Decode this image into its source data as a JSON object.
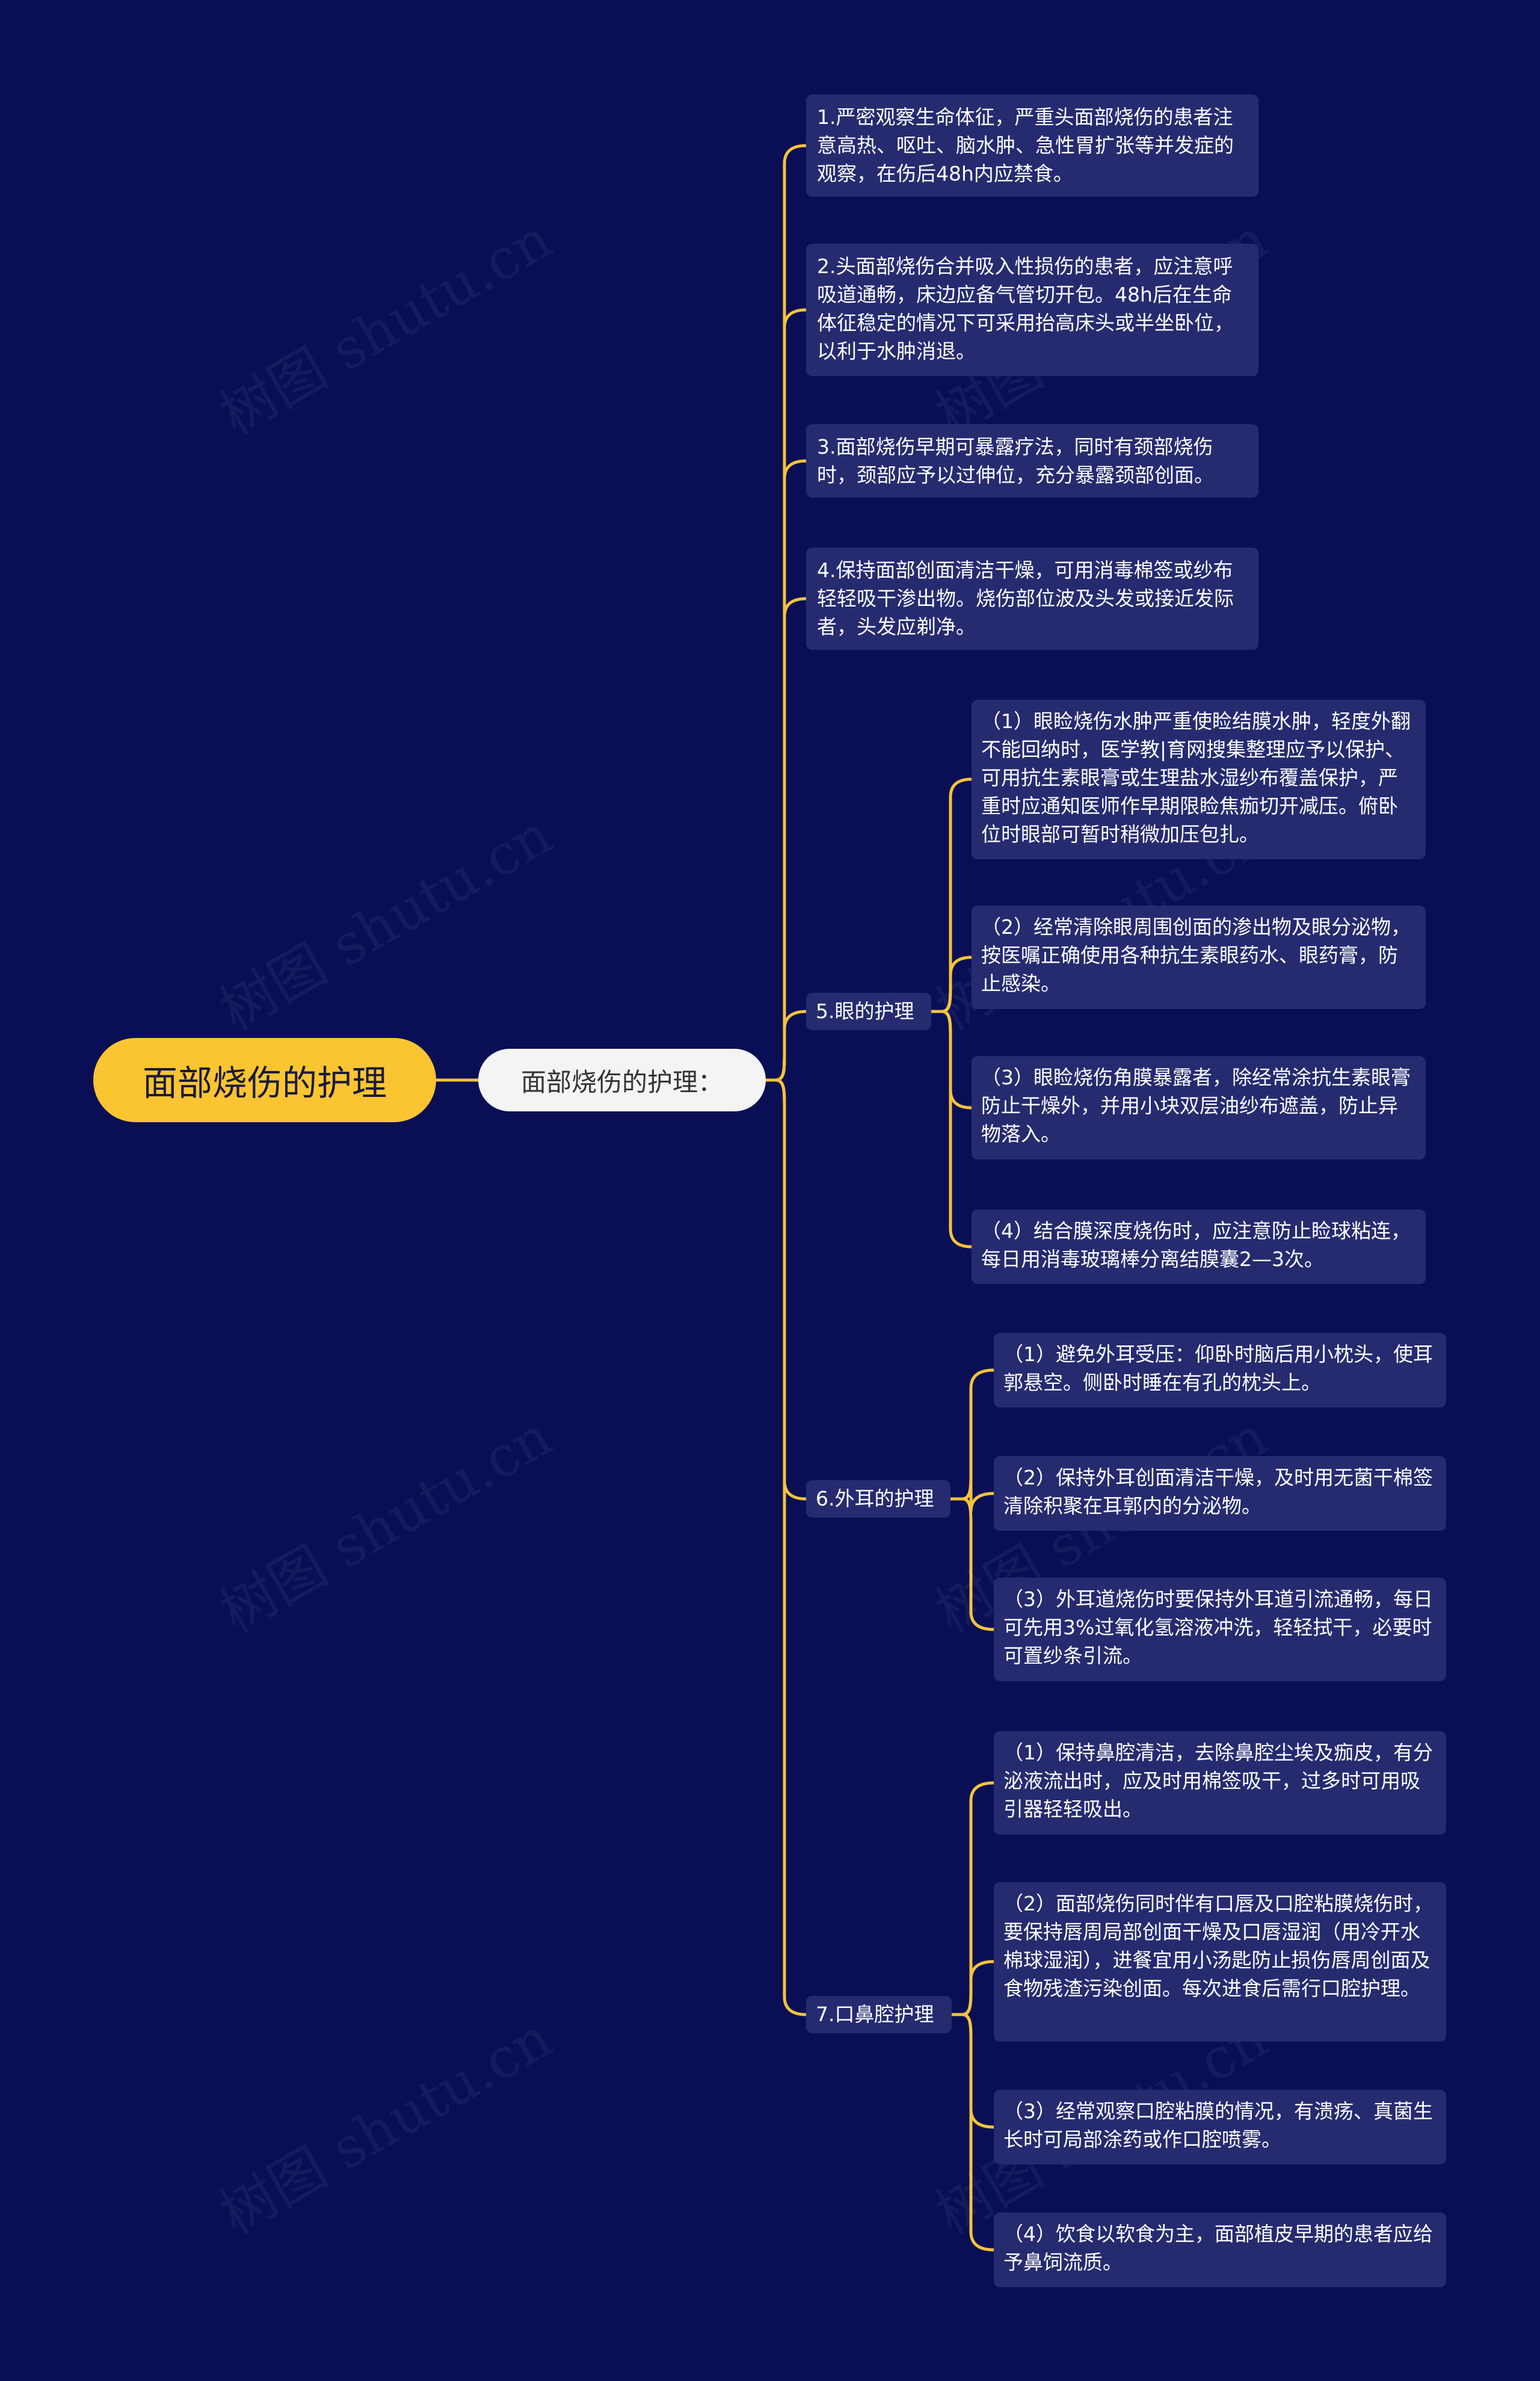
{
  "colors": {
    "background": "#0a0f55",
    "node": "#262b70",
    "line": "#f5c33b",
    "root": "#fbc531"
  },
  "root": "面部烧伤的护理",
  "level1": "面部烧伤的护理：",
  "items": [
    "1.严密观察生命体征，严重头面部烧伤的患者注意高热、呕吐、脑水肿、急性胃扩张等并发症的观察，在伤后48h内应禁食。",
    "2.头面部烧伤合并吸入性损伤的患者，应注意呼吸道通畅，床边应备气管切开包。48h后在生命体征稳定的情况下可采用抬高床头或半坐卧位，以利于水肿消退。",
    "3.面部烧伤早期可暴露疗法，同时有颈部烧伤时，颈部应予以过伸位，充分暴露颈部创面。",
    "4.保持面部创面清洁干燥，可用消毒棉签或纱布轻轻吸干渗出物。烧伤部位波及头发或接近发际者，头发应剃净。"
  ],
  "groups": [
    {
      "label": "5.眼的护理",
      "children": [
        "（1）眼睑烧伤水肿严重使睑结膜水肿，轻度外翻不能回纳时，医学教|育网搜集整理应予以保护、可用抗生素眼膏或生理盐水湿纱布覆盖保护，严重时应通知医师作早期限睑焦痂切开减压。俯卧位时眼部可暂时稍微加压包扎。",
        "（2）经常清除眼周围创面的渗出物及眼分泌物，按医嘱正确使用各种抗生素眼药水、眼药膏，防止感染。",
        "（3）眼睑烧伤角膜暴露者，除经常涂抗生素眼膏防止干燥外，并用小块双层油纱布遮盖，防止异物落入。",
        "（4）结合膜深度烧伤时，应注意防止睑球粘连，每日用消毒玻璃棒分离结膜囊2—3次。"
      ]
    },
    {
      "label": "6.外耳的护理",
      "children": [
        "（1）避免外耳受压：仰卧时脑后用小枕头，使耳郭悬空。侧卧时睡在有孔的枕头上。",
        "（2）保持外耳创面清洁干燥，及时用无菌干棉签清除积聚在耳郭内的分泌物。",
        "（3）外耳道烧伤时要保持外耳道引流通畅，每日可先用3%过氧化氢溶液冲洗，轻轻拭干，必要时可置纱条引流。"
      ]
    },
    {
      "label": "7.口鼻腔护理",
      "children": [
        "（1）保持鼻腔清洁，去除鼻腔尘埃及痂皮，有分泌液流出时，应及时用棉签吸干，过多时可用吸引器轻轻吸出。",
        "（2）面部烧伤同时伴有口唇及口腔粘膜烧伤时，要保持唇周局部创面干燥及口唇湿润（用冷开水棉球湿润），进餐宜用小汤匙防止损伤唇周创面及食物残渣污染创面。每次进食后需行口腔护理。",
        "（3）经常观察口腔粘膜的情况，有溃疡、真菌生长时可局部涂药或作口腔喷雾。",
        "（4）饮食以软食为主，面部植皮早期的患者应给予鼻饲流质。"
      ]
    }
  ],
  "watermark": "树图 shutu.cn"
}
